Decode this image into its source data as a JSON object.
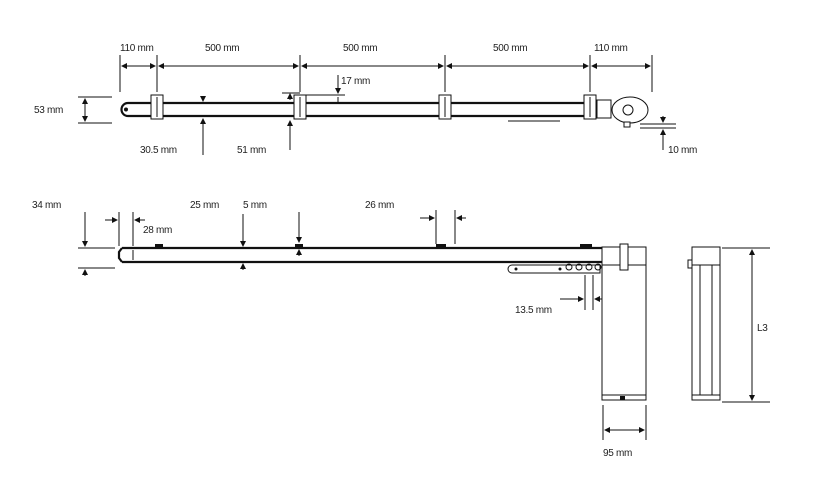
{
  "top_view": {
    "dims": {
      "end_left": "110 mm",
      "span1": "500 mm",
      "span2": "500 mm",
      "span3": "500 mm",
      "end_right": "110 mm",
      "bracket_height": "17 mm",
      "rail_height": "53 mm",
      "rail_width": "30.5 mm",
      "bracket_width": "51 mm",
      "offset": "10 mm"
    }
  },
  "side_view": {
    "dims": {
      "height": "34 mm",
      "end_gap": "28 mm",
      "runner_pitch": "25 mm",
      "runner": "5 mm",
      "bracket": "26 mm",
      "hook_pitch": "13.5 mm",
      "motor_width": "95 mm",
      "motor_length": "L3"
    }
  }
}
